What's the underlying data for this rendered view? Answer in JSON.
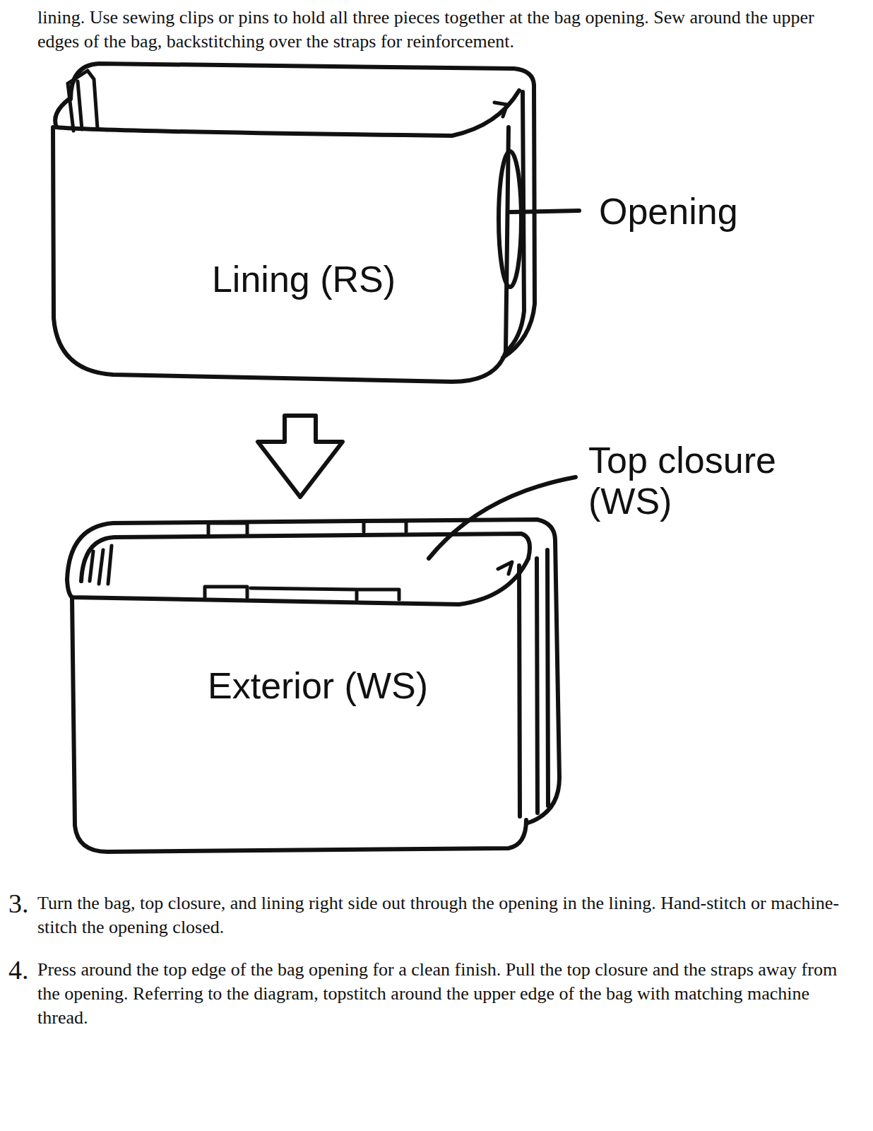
{
  "diagram": {
    "nodes": [
      {
        "text": [
          "Lining (RS)"
        ]
      },
      {
        "text": [
          "Exterior (WS)"
        ]
      }
    ],
    "edges": [
      {
        "from": 0,
        "to": 1,
        "arrow": "to"
      }
    ],
    "labels": [
      "lining. Use sewing clips or pins to hold all three pieces together at the bag opening. Sew around the upper edges of the bag, backstitching over the straps for reinforcement.",
      "Opening",
      "Top closure (WS)",
      "3.",
      "Turn the bag, top closure, and lining right side out through the opening in the lining. Hand-stitch or machine-stitch the opening closed.",
      "4.",
      "Press around the top edge of the bag opening for a clean finish. Pull the top closure and the straps away from the opening. Referring to the diagram, topstitch around the upper edge of the bag with matching machine thread."
    ]
  }
}
